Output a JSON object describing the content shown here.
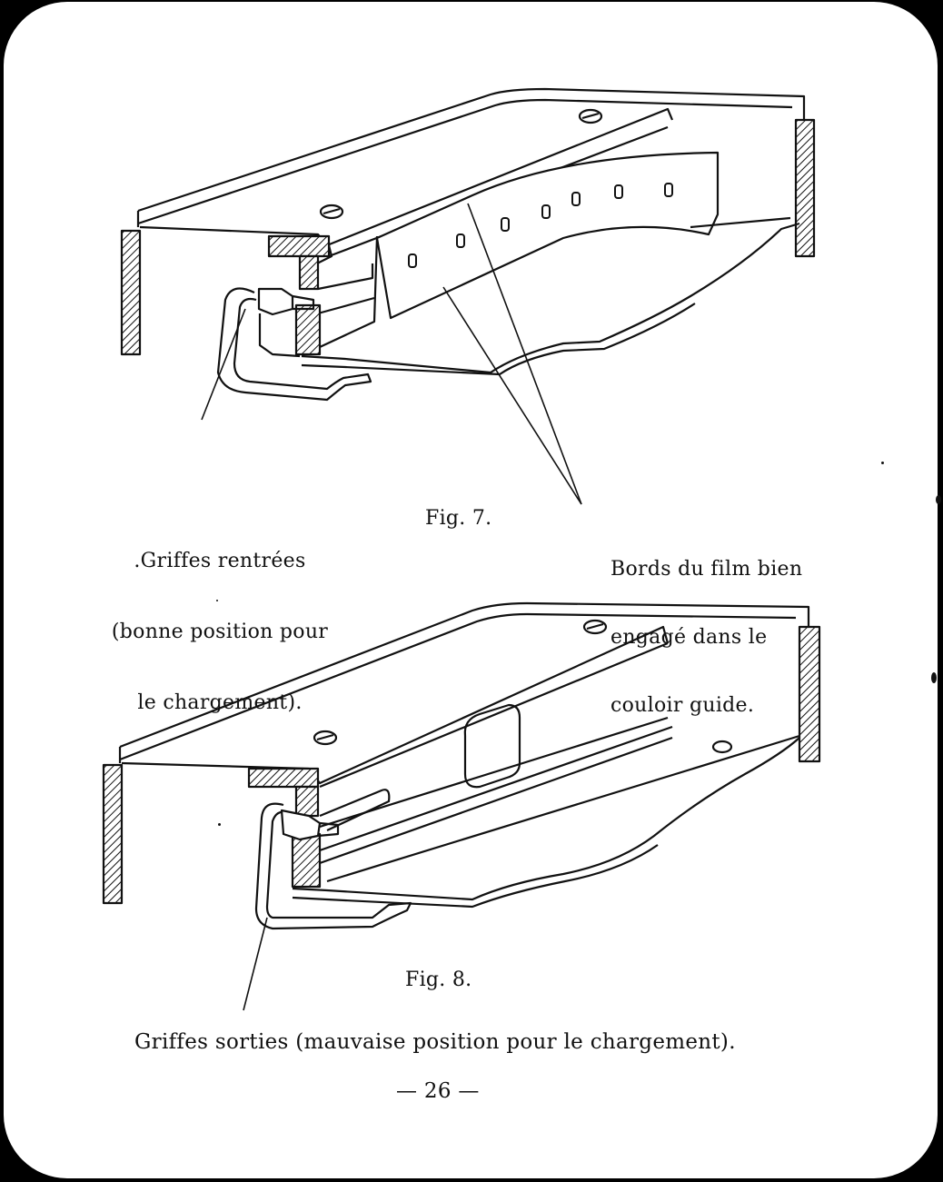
{
  "figure7": {
    "label": "Fig. 7.",
    "caption_left_line1": ".Griffes rentrées",
    "caption_left_line2": "(bonne position pour",
    "caption_left_line3": "le chargement).",
    "caption_right_line1": "Bords du film bien",
    "caption_right_line2": "engagé dans le",
    "caption_right_line3": "couloir guide."
  },
  "figure8": {
    "label": "Fig. 8.",
    "caption": "Griffes sorties (mauvaise position pour le chargement)."
  },
  "page_number": "— 26 —"
}
